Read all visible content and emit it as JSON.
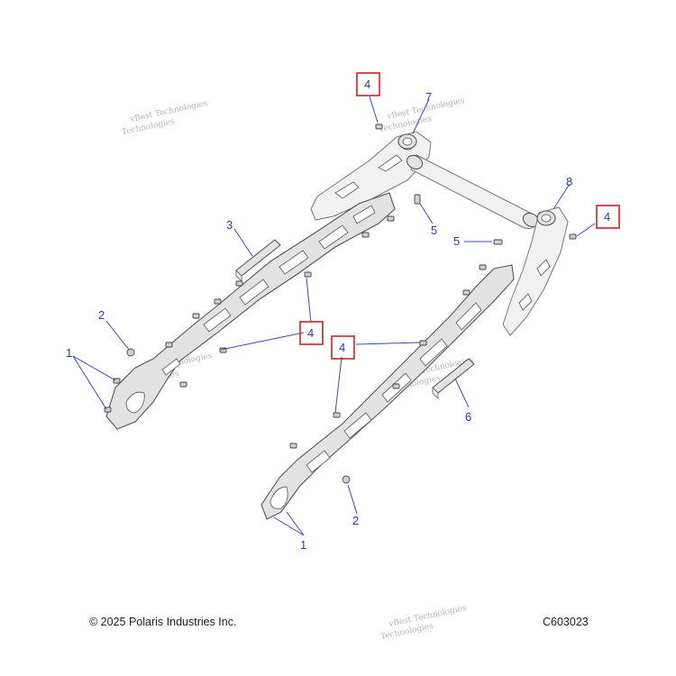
{
  "callouts": {
    "c1a": "1",
    "c1b": "1",
    "c2a": "2",
    "c2b": "2",
    "c3": "3",
    "c4a": "4",
    "c4b": "4",
    "c4c": "4",
    "c4d": "4",
    "c5a": "5",
    "c5b": "5",
    "c6": "6",
    "c7": "7",
    "c8": "8"
  },
  "footer": {
    "copyright": "© 2025 Polaris Industries Inc.",
    "diagram_code": "C603023"
  },
  "watermark": {
    "line1": "vBest Technologies",
    "line2": "Technologies"
  },
  "colors": {
    "callout_text": "#2a3aa8",
    "highlight_box": "#cc2222"
  }
}
